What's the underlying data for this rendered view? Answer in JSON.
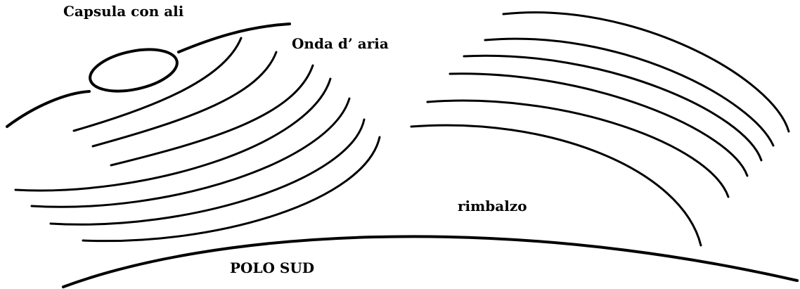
{
  "labels": {
    "capsule": "Capsula con ali",
    "air_wave": "Onda d’ aria",
    "bounce": "rimbalzo",
    "south_pole": "POLO SUD"
  },
  "colors": {
    "ink": "#000000",
    "background": "#ffffff"
  }
}
